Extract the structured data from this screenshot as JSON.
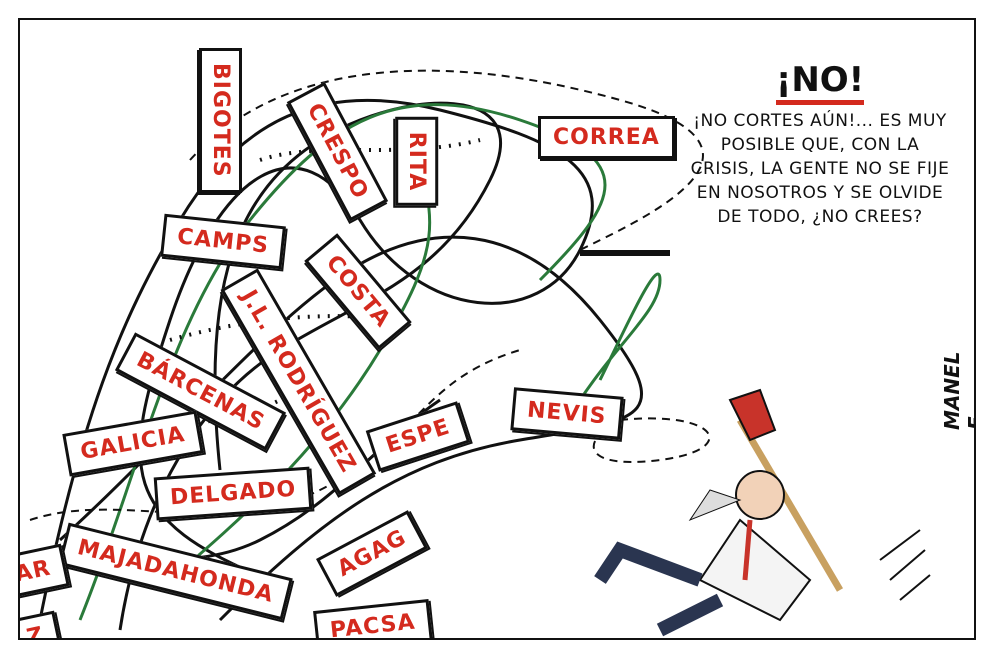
{
  "labels": {
    "bigotes": "BIGOTES",
    "crespo": "CRESPO",
    "rita": "RITA",
    "correa": "CORREA",
    "camps": "CAMPS",
    "costa": "COSTA",
    "jl_rodriguez": "J.L. RODRÍGUEZ",
    "barcenas": "BÁRCENAS",
    "galicia": "GALICIA",
    "nevis": "NEVIS",
    "espe": "ESPE",
    "delgado": "DELGADO",
    "agag": "AGAG",
    "majadahonda": "MAJADAHONDA",
    "pacsa": "PACSA",
    "ar": "AR",
    "z": "Z"
  },
  "speech": {
    "exclamation": "¡NO!",
    "text": "¡NO CORTES AÚN!... ES MUY POSIBLE QUE, CON LA CRISIS, LA GENTE NO SE FIJE EN NOSOTROS Y SE OLVIDE DE TODO, ¿NO CREES?"
  },
  "signature": "MANEL F.",
  "colors": {
    "label_text": "#d42a1e",
    "green_wire": "#2a7a3a",
    "ink": "#111111"
  }
}
